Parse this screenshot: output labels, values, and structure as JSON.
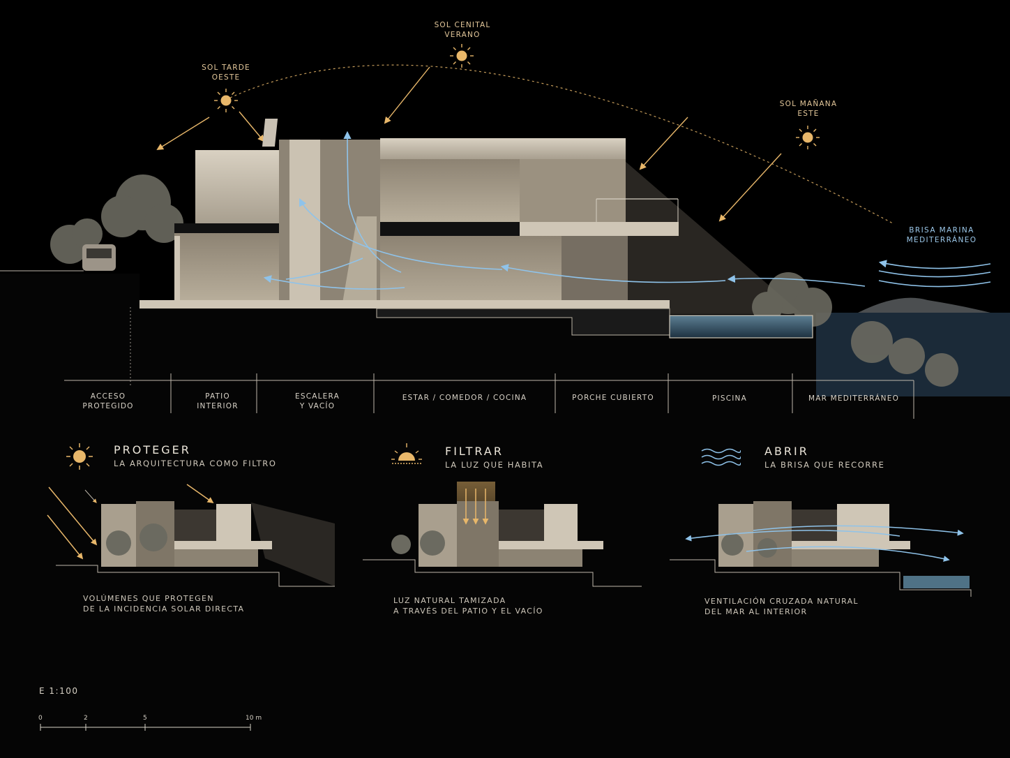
{
  "sun_labels": {
    "tarde": {
      "line1": "SOL TARDE",
      "line2": "OESTE"
    },
    "cenital": {
      "line1": "SOL CENITAL",
      "line2": "VERANO"
    },
    "manana": {
      "line1": "SOL MAÑANA",
      "line2": "ESTE"
    }
  },
  "breeze_label": {
    "line1": "BRISA MARINA",
    "line2": "MEDITERRÁNEO"
  },
  "zones": [
    {
      "line1": "ACCESO",
      "line2": "PROTEGIDO"
    },
    {
      "line1": "PATIO",
      "line2": "INTERIOR"
    },
    {
      "line1": "ESCALERA",
      "line2": "Y VACÍO"
    },
    {
      "line1": "ESTAR / COMEDOR / COCINA",
      "line2": ""
    },
    {
      "line1": "PORCHE CUBIERTO",
      "line2": ""
    },
    {
      "line1": "PISCINA",
      "line2": ""
    },
    {
      "line1": "MAR MEDITERRÁNEO",
      "line2": ""
    }
  ],
  "panels": [
    {
      "title": "PROTEGER",
      "subtitle": "LA ARQUITECTURA COMO FILTRO",
      "caption_line1": "VOLÚMENES QUE PROTEGEN",
      "caption_line2": "DE LA INCIDENCIA SOLAR DIRECTA"
    },
    {
      "title": "FILTRAR",
      "subtitle": "LA LUZ QUE HABITA",
      "caption_line1": "LUZ NATURAL TAMIZADA",
      "caption_line2": "A TRAVÉS DEL PATIO Y EL VACÍO"
    },
    {
      "title": "ABRIR",
      "subtitle": "LA BRISA QUE RECORRE",
      "caption_line1": "VENTILACIÓN CRUZADA NATURAL",
      "caption_line2": "DEL MAR AL INTERIOR"
    }
  ],
  "scale": {
    "title": "E 1:100",
    "ticks": [
      "0",
      "2",
      "5",
      "10 m"
    ]
  },
  "colors": {
    "sun": "#e8b76a",
    "breeze": "#8fc3ea",
    "building": "#cfc6b6",
    "background": "#000000"
  },
  "icons": [
    "sun-icon",
    "sunset-icon",
    "wave-icon"
  ]
}
